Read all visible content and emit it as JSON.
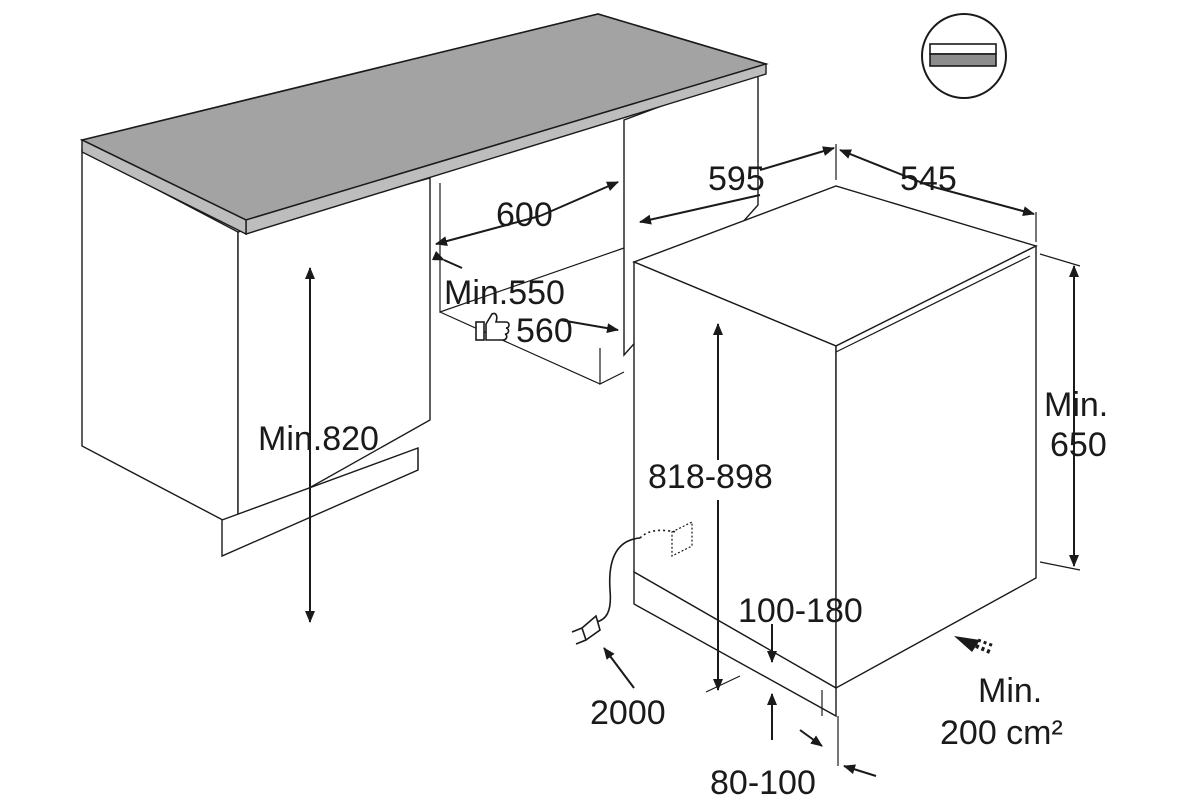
{
  "labels": {
    "cabinet_width": "600",
    "recess_depth_min": "Min.550",
    "recess_depth_recommended": "560",
    "cabinet_height_min": "Min.820",
    "appliance_width": "595",
    "appliance_depth": "545",
    "appliance_height_range": "818-898",
    "plinth_height_range": "100-180",
    "plinth_depth_range": "80-100",
    "cable_length": "2000",
    "clearance_height_min_line1": "Min.",
    "clearance_height_min_line2": "650",
    "ventilation_line1": "Min.",
    "ventilation_line2": "200 cm²"
  },
  "icons": {
    "recommended": "thumbs-up-icon",
    "installation_type": "built-under-icon",
    "power": "plug-icon",
    "airflow": "airflow-arrow-icon"
  },
  "colors": {
    "worktop": "#a3a3a3",
    "line": "#1a1a1a",
    "background": "#ffffff"
  }
}
